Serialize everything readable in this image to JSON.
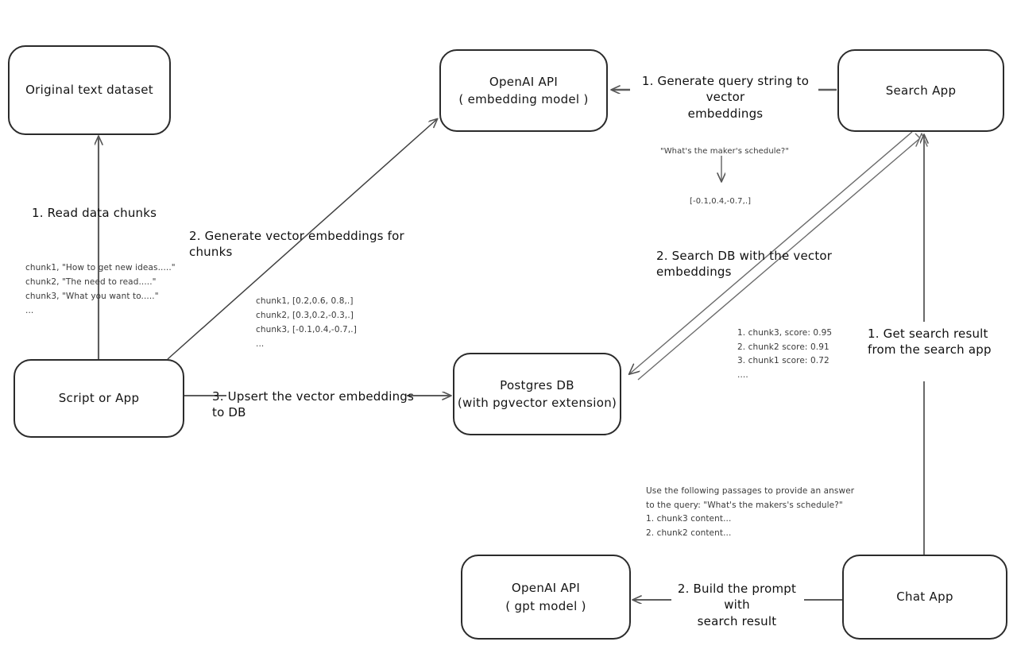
{
  "diagram": {
    "title": "RAG pipeline with pgvector",
    "stroke_color": "#2b2b2b",
    "note_color": "#3a3a3a",
    "background": "#ffffff"
  },
  "nodes": {
    "original_dataset": {
      "label": "Original text dataset"
    },
    "openai_embedding": {
      "label": "OpenAI API\n( embedding model )"
    },
    "search_app": {
      "label": "Search App"
    },
    "script_or_app": {
      "label": "Script or App"
    },
    "postgres_db": {
      "label": "Postgres DB\n(with pgvector extension)"
    },
    "openai_gpt": {
      "label": "OpenAI API\n( gpt model )"
    },
    "chat_app": {
      "label": "Chat App"
    }
  },
  "edge_labels": {
    "read_data_chunks": "1. Read data chunks",
    "generate_embeddings": "2. Generate vector embeddings for chunks",
    "upsert_to_db": "3. Upsert the vector embeddings  to DB",
    "generate_query_embeddings": "1. Generate query string to vector\nembeddings",
    "search_db": "2. Search DB with the vector embeddings",
    "get_search_result": "1. Get search result\nfrom the search app",
    "build_prompt": "2. Build the prompt with\nsearch result"
  },
  "notes": {
    "source_chunks": "chunk1, \"How to get new ideas.....\"\nchunk2, \"The need to read.....\"\nchunk3, \"What you want to.....\"\n...",
    "chunk_embeddings": "chunk1, [0.2,0.6, 0.8,.]\nchunk2, [0.3,0.2,-0.3,.]\nchunk3, [-0.1,0.4,-0.7,.]\n...",
    "query_text": "\"What's the maker's schedule?\"",
    "query_embedding": "[-0.1,0.4,-0.7,.]",
    "search_results": "1. chunk3, score: 0.95\n2. chunk2 score: 0.91\n3. chunk1 score: 0.72\n....",
    "prompt_text": "Use the following passages to provide an answer\nto the query: \"What's the makers's schedule?\"\n1. chunk3 content...\n2. chunk2 content..."
  }
}
